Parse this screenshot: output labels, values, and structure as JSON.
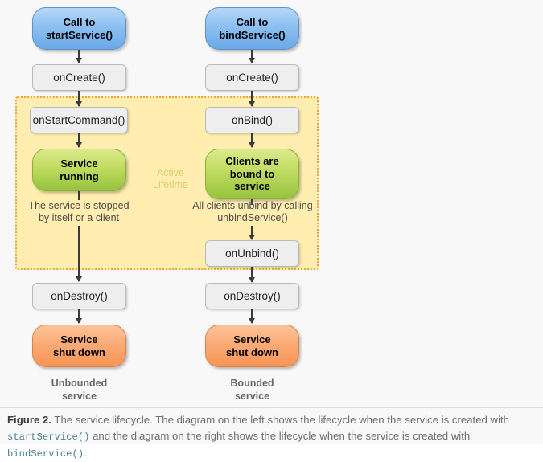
{
  "figure": {
    "label": "Figure 2.",
    "text_part1": " The service lifecycle. The diagram on the left shows the lifecycle when the service is created with ",
    "code1": "startService()",
    "text_part2": " and the diagram on the right shows the lifecycle when the service is created with ",
    "code2": "bindService()",
    "text_part3": "."
  },
  "region": {
    "label": "Active\nLifetime"
  },
  "left_column": {
    "start": "Call to\nstartService()",
    "on_create": "onCreate()",
    "on_start_command": "onStartCommand()",
    "running": "Service\nrunning",
    "stop_note": "The service is stopped\nby itself or a client",
    "on_destroy": "onDestroy()",
    "shut_down": "Service\nshut down",
    "caption": "Unbounded\nservice"
  },
  "right_column": {
    "start": "Call to\nbindService()",
    "on_create": "onCreate()",
    "on_bind": "onBind()",
    "bound": "Clients are\nbound to\nservice",
    "unbind_note": "All clients unbind by calling\nunbindService()",
    "on_unbind": "onUnbind()",
    "on_destroy": "onDestroy()",
    "shut_down": "Service\nshut down",
    "caption": "Bounded\nservice"
  },
  "colors": {
    "background": "#f8f8f9",
    "region_fill": "#ffeeaf",
    "region_border": "#e8a33d",
    "blue": "#8cc0f2",
    "green": "#c3dd64",
    "orange": "#fbab77",
    "gray_node": "#eeeeef",
    "arrow": "#3a3a3a",
    "caption_text": "#6d6d70",
    "code_text": "#4a7f93"
  }
}
